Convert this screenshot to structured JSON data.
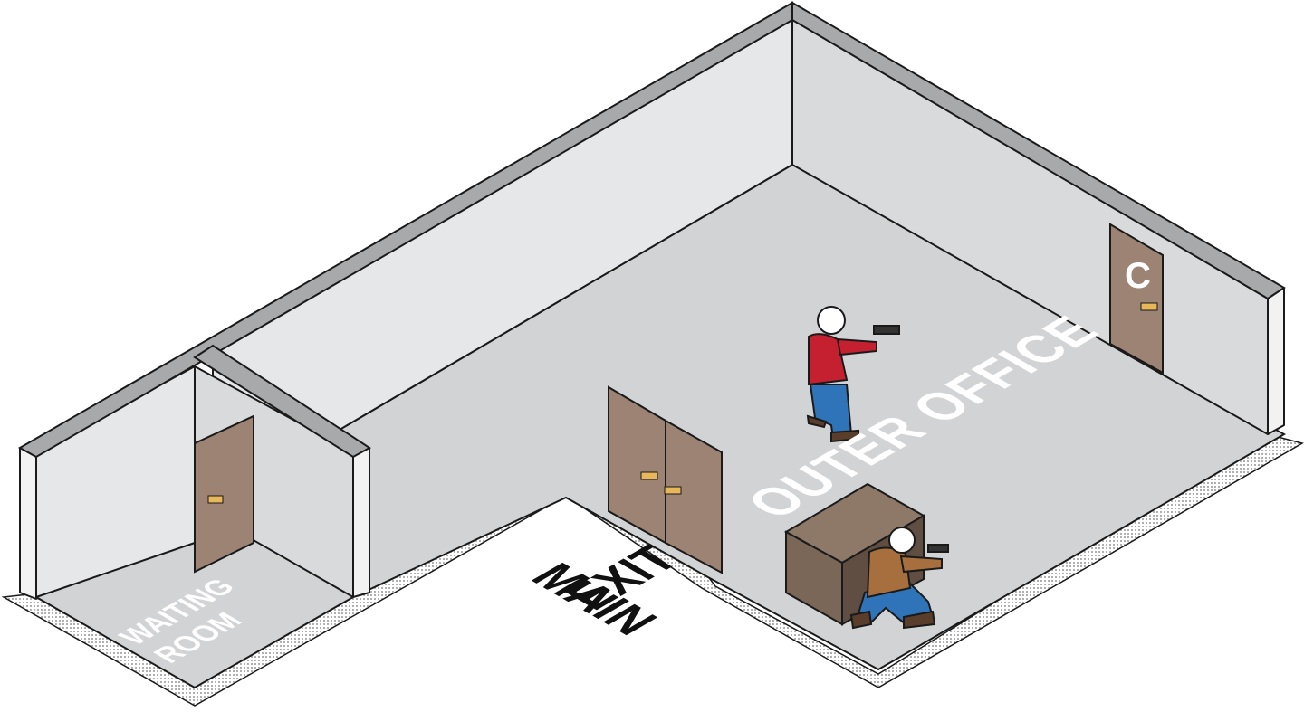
{
  "labels": {
    "outer_office": "OUTER OFFICE",
    "main_exit_line1": "MAIN",
    "main_exit_line2": "EXIT",
    "waiting_room_line1": "WAITING",
    "waiting_room_line2": "ROOM",
    "door_c": "C"
  },
  "colors": {
    "floor": "#d2d3d5",
    "wall": "#e6e7e9",
    "wall_top": "#a8a9ab",
    "door": "#9c8373",
    "crate": "#7a6757",
    "shirt_red": "#c4202f",
    "jacket_brown": "#a86f3e",
    "jeans_blue": "#2f74b8",
    "outline": "#1a1a1a"
  }
}
